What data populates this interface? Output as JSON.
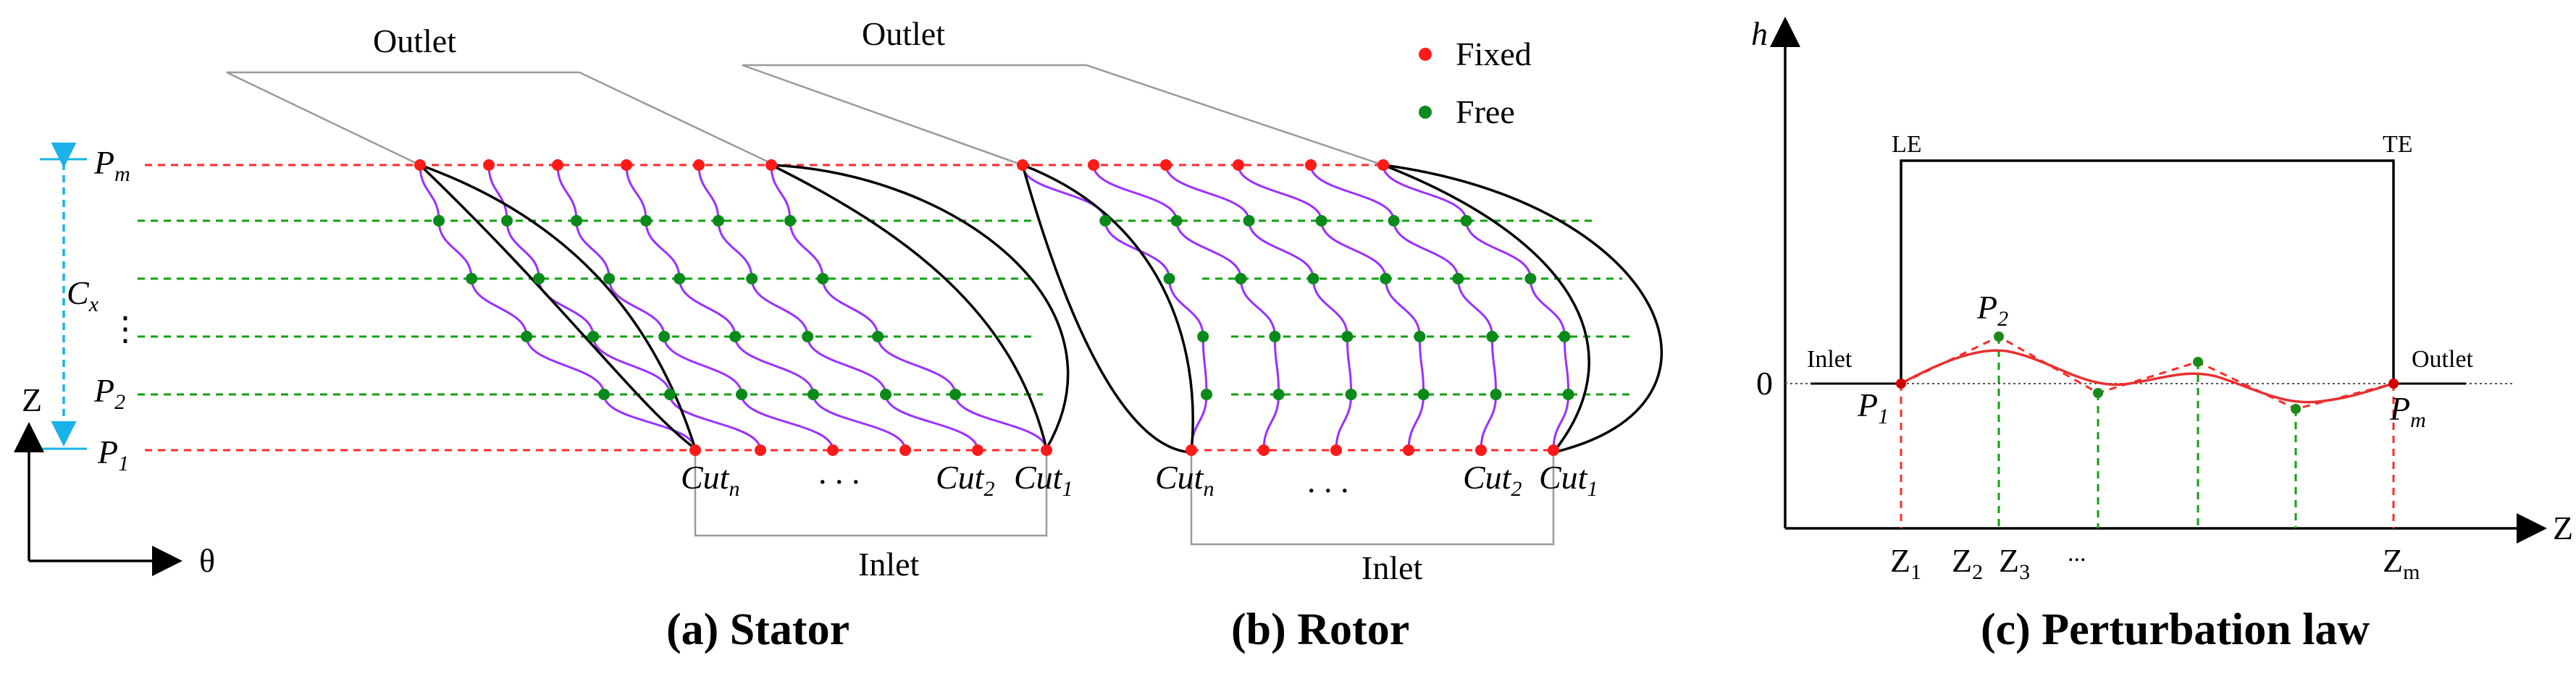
{
  "stator": {
    "outlet": "Outlet",
    "inlet": "Inlet",
    "caption": "(a) Stator",
    "cut_n": "Cut",
    "cut_n_sub": "n",
    "cut_2": "Cut",
    "cut_2_sub": "2",
    "cut_1": "Cut",
    "cut_1_sub": "1",
    "dots": ". . .",
    "p_m": "P",
    "p_m_sub": "m",
    "p_2": "P",
    "p_2_sub": "2",
    "p_1": "P",
    "p_1_sub": "1",
    "cx": "C",
    "cx_sub": "x",
    "vdots": "⋮",
    "axis_z": "Z",
    "axis_theta": "θ"
  },
  "rotor": {
    "outlet": "Outlet",
    "inlet": "Inlet",
    "caption": "(b) Rotor",
    "cut_n": "Cut",
    "cut_n_sub": "n",
    "cut_2": "Cut",
    "cut_2_sub": "2",
    "cut_1": "Cut",
    "cut_1_sub": "1",
    "dots": ". . ."
  },
  "legend": {
    "fixed": "Fixed",
    "free": "Free",
    "fixed_color": "#ff1a1a",
    "free_color": "#0a8a1a"
  },
  "perturbation": {
    "caption": "(c) Perturbation law",
    "y_axis": "h",
    "x_axis": "Z",
    "zero": "0",
    "le": "LE",
    "te": "TE",
    "inlet": "Inlet",
    "outlet": "Outlet",
    "p1": "P",
    "p1_sub": "1",
    "p2": "P",
    "p2_sub": "2",
    "pm": "P",
    "pm_sub": "m",
    "z1": "Z",
    "z1_sub": "1",
    "z2": "Z",
    "z2_sub": "2",
    "z3": "Z",
    "z3_sub": "3",
    "zdots": "...",
    "zm": "Z",
    "zm_sub": "m"
  }
}
